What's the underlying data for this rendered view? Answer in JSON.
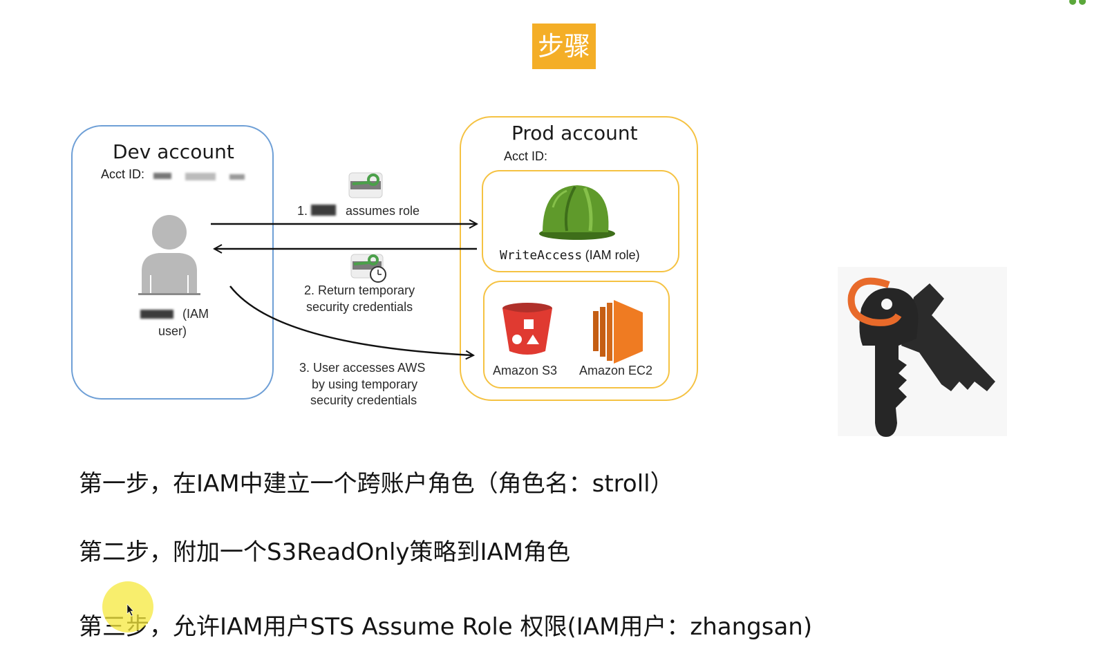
{
  "header": {
    "title": "步骤"
  },
  "diagram": {
    "dev": {
      "title": "Dev account",
      "acct_label": "Acct ID:",
      "user_label_1": "(IAM",
      "user_label_2": "user)"
    },
    "prod": {
      "title": "Prod account",
      "acct_label": "Acct ID:",
      "role_name": "WriteAccess",
      "role_suffix": "(IAM role)"
    },
    "services": {
      "s3": "Amazon S3",
      "ec2": "Amazon EC2"
    },
    "arrows": {
      "step1_prefix": "1.",
      "step1_text": "assumes role",
      "step2_line1": "2. Return temporary",
      "step2_line2": "security credentials",
      "step3_line1": "3. User accesses AWS",
      "step3_line2": "by using temporary",
      "step3_line3": "security credentials"
    },
    "colors": {
      "dev_border": "#6e9fd6",
      "prod_border": "#f5c242",
      "accent": "#f4ae27"
    }
  },
  "steps": [
    "第一步，在IAM中建立一个跨账户角色（角色名：stroll）",
    "第二步，附加一个S3ReadOnly策略到IAM角色",
    "第三步，允许IAM用户STS  Assume Role 权限(IAM用户：zhangsan)"
  ],
  "icons": [
    "user-icon",
    "key-icon",
    "clock-icon",
    "helmet-icon",
    "s3-bucket-icon",
    "ec2-icon",
    "keys-icon",
    "cursor-icon"
  ]
}
